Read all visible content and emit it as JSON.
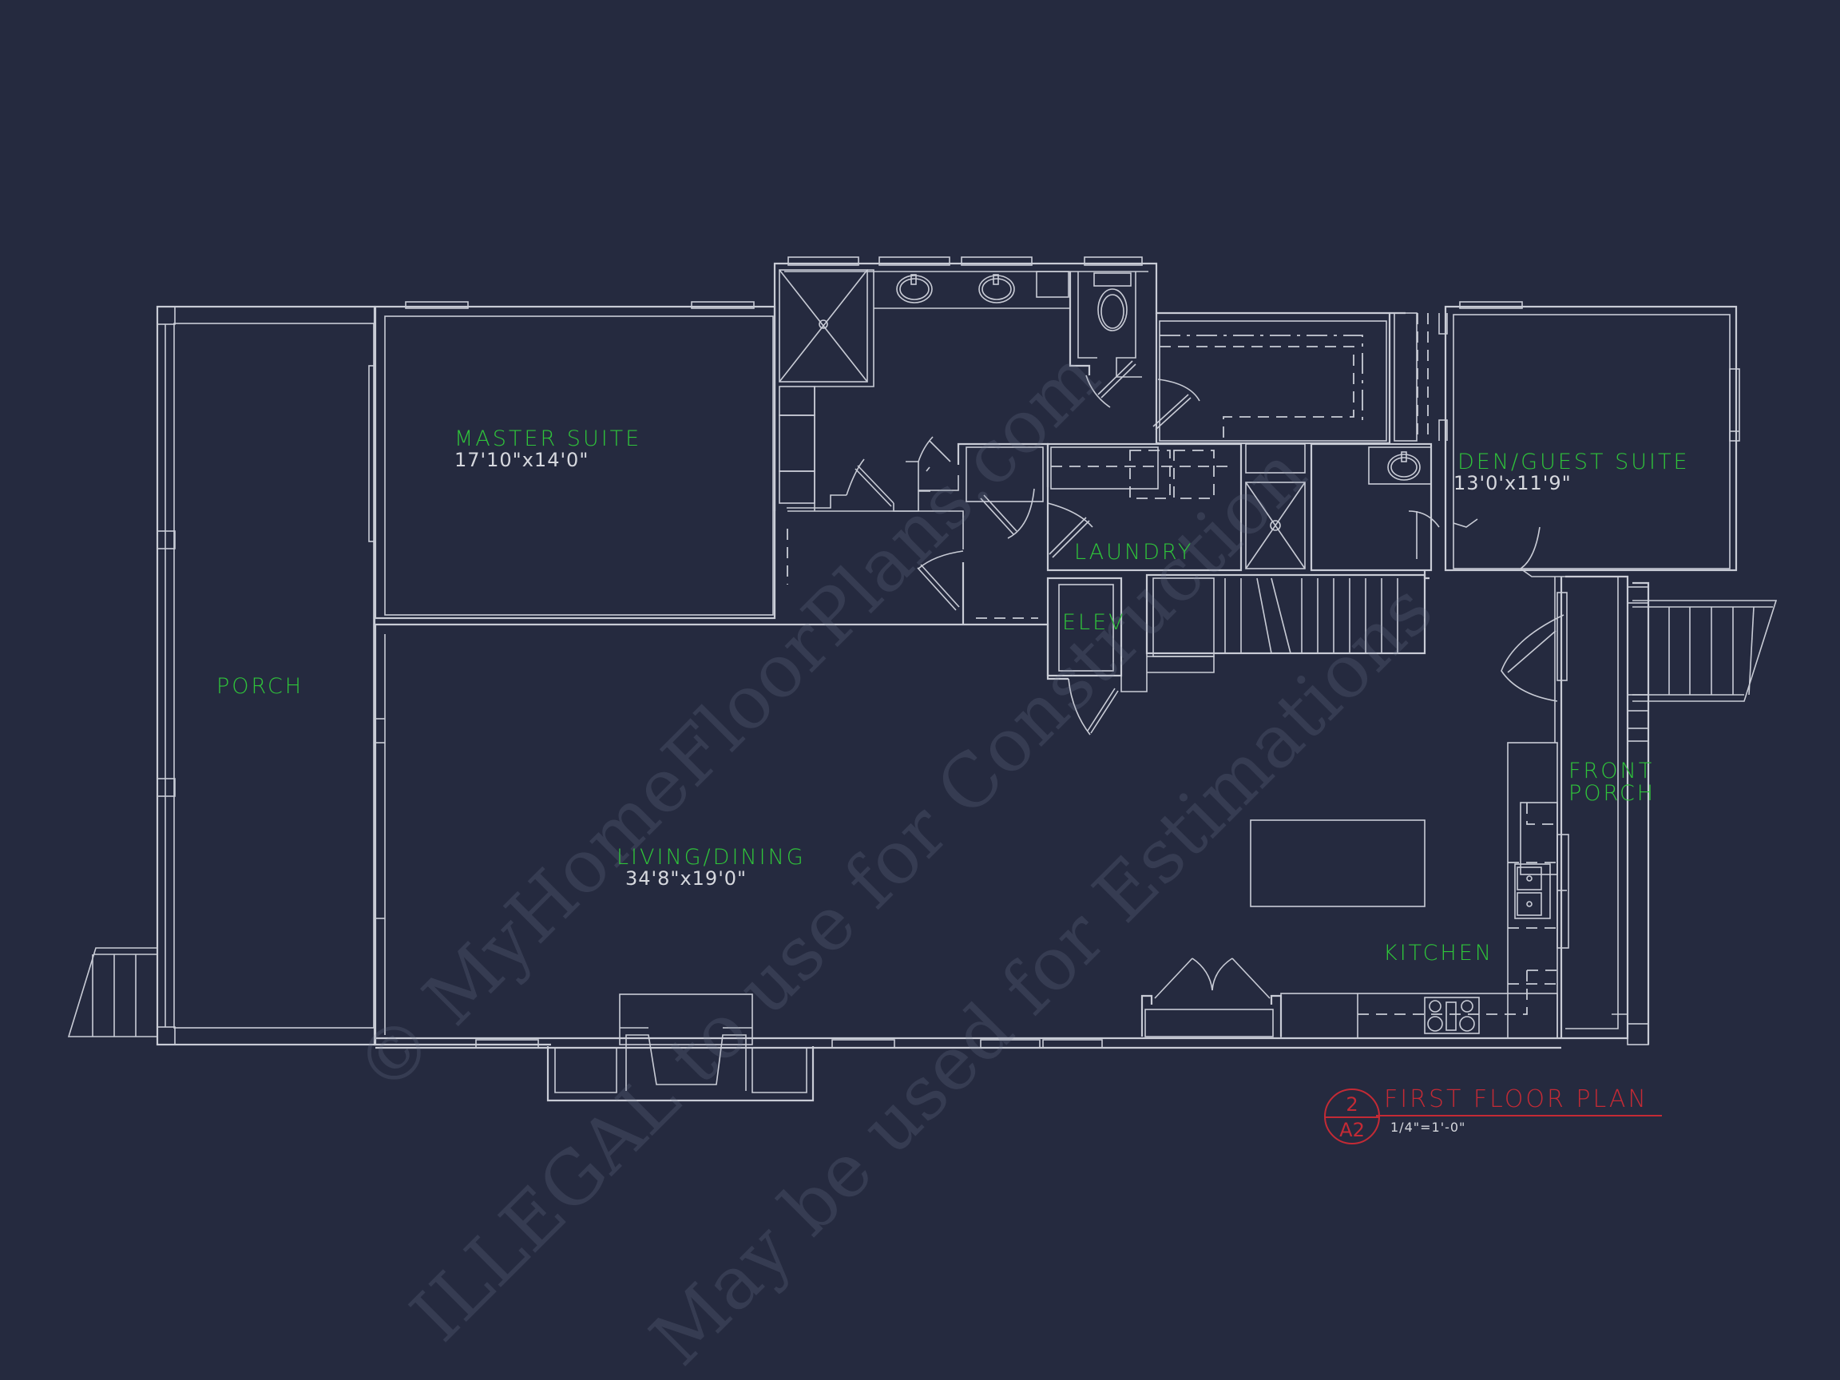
{
  "drawing": {
    "title": "FIRST FLOOR PLAN",
    "scale": "1/4\"=1'-0\"",
    "detail_number": "2",
    "sheet_number": "A2",
    "background_color": "#252a3f",
    "line_color": "#c9ccd6",
    "label_color": "#2fc43a",
    "title_color": "#c42a35"
  },
  "rooms": {
    "porch": {
      "name": "PORCH"
    },
    "master_suite": {
      "name": "MASTER SUITE",
      "dimensions": "17'10\"x14'0\""
    },
    "den_guest_suite": {
      "name": "DEN/GUEST SUITE",
      "dimensions": "13'0'x11'9\""
    },
    "laundry": {
      "name": "LAUNDRY"
    },
    "elevator": {
      "name": "ELEV"
    },
    "living_dining": {
      "name": "LIVING/DINING",
      "dimensions": "34'8\"x19'0\""
    },
    "kitchen": {
      "name": "KITCHEN"
    },
    "front_porch": {
      "name": "FRONT",
      "name_line2": "PORCH"
    }
  },
  "watermark": {
    "line1": "© MyHomeFloorPlans.com",
    "line2": "ILLEGAL to use for Construction",
    "line3": "May be used for Estimations"
  }
}
